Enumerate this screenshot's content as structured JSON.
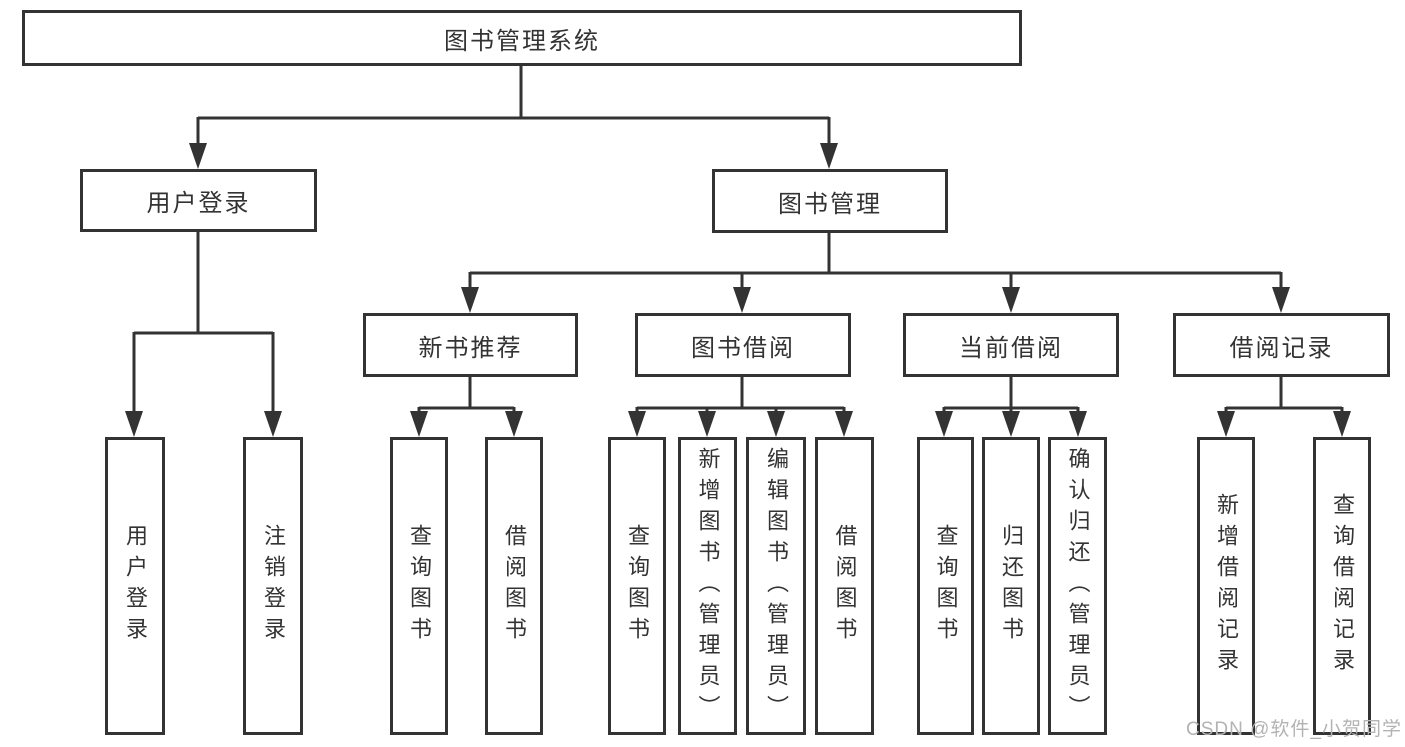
{
  "diagram": {
    "tree": {
      "label": "图书管理系统",
      "children": [
        {
          "label": "用户登录",
          "children": [
            {
              "label": "用户登录"
            },
            {
              "label": "注销登录"
            }
          ]
        },
        {
          "label": "图书管理",
          "children": [
            {
              "label": "新书推荐",
              "children": [
                {
                  "label": "查询图书"
                },
                {
                  "label": "借阅图书"
                }
              ]
            },
            {
              "label": "图书借阅",
              "children": [
                {
                  "label": "查询图书"
                },
                {
                  "label": "新增图书（管理员）"
                },
                {
                  "label": "编辑图书（管理员）"
                },
                {
                  "label": "借阅图书"
                }
              ]
            },
            {
              "label": "当前借阅",
              "children": [
                {
                  "label": "查询图书"
                },
                {
                  "label": "归还图书"
                },
                {
                  "label": "确认归还（管理员）"
                }
              ]
            },
            {
              "label": "借阅记录",
              "children": [
                {
                  "label": "新增借阅记录"
                },
                {
                  "label": "查询借阅记录"
                }
              ]
            }
          ]
        }
      ]
    }
  },
  "watermark": {
    "text": "CSDN @软件_小贺同学"
  },
  "colors": {
    "line": "#333333",
    "box_border": "#333333",
    "box_bg": "#ffffff",
    "text": "#333333",
    "watermark": "#b3b3b3",
    "canvas_bg": "#ffffff"
  }
}
